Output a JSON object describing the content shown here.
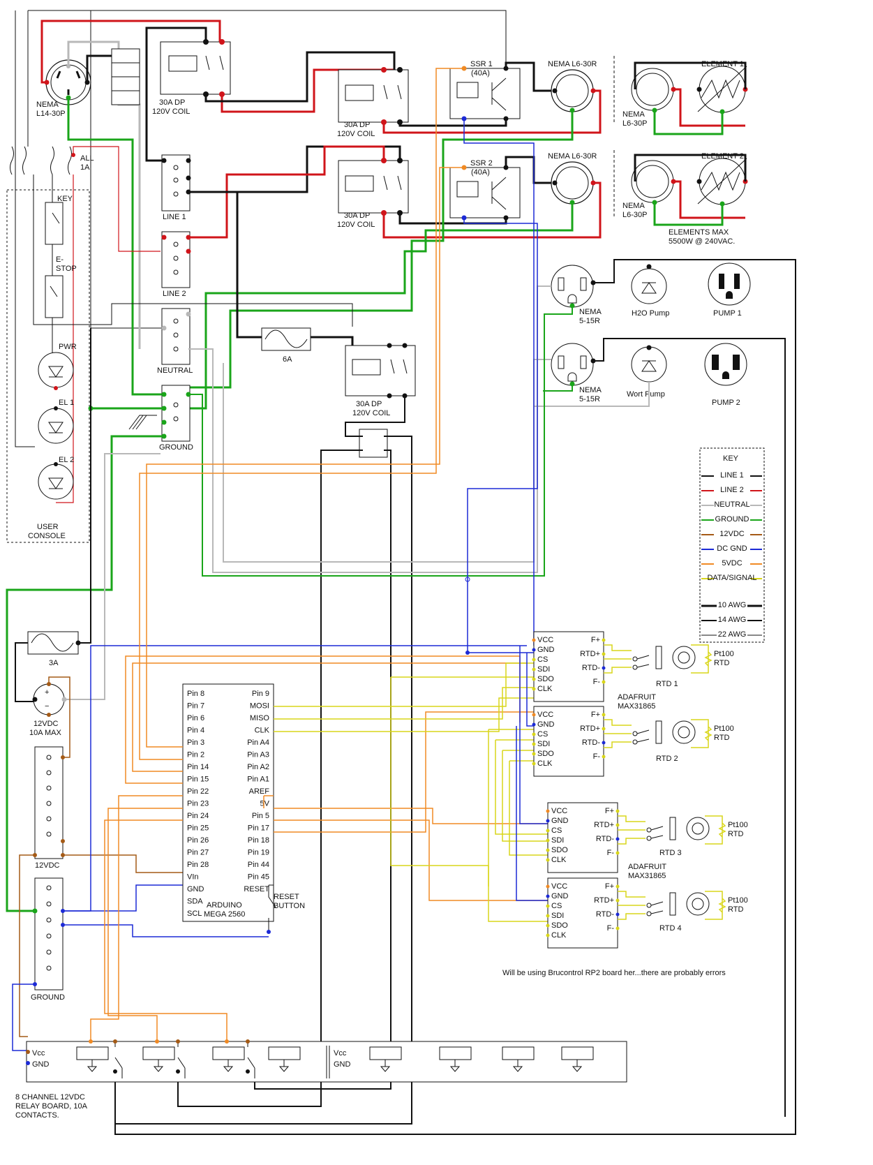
{
  "labels": {
    "nema_l14": "NEMA",
    "nema_l14_b": "L14-30P",
    "coil1_a": "30A DP",
    "coil1_b": "120V COIL",
    "coil2_a": "30A DP",
    "coil2_b": "120V COIL",
    "coil3_a": "30A DP",
    "coil3_b": "120V COIL",
    "coil4_a": "30A DP",
    "coil4_b": "120V COIL",
    "ssr1_a": "SSR 1",
    "ssr1_b": "(40A)",
    "ssr2_a": "SSR 2",
    "ssr2_b": "(40A)",
    "l630r_1": "NEMA L6-30R",
    "l630r_2": "NEMA L6-30R",
    "element1": "ELEMENT 1",
    "element2": "ELEMENT 2",
    "l630p_1a": "NEMA",
    "l630p_1b": "L6-30P",
    "l630p_2a": "NEMA",
    "l630p_2b": "L6-30P",
    "elements_max_a": "ELEMENTS MAX",
    "elements_max_b": "5500W @ 240VAC.",
    "all_1a_a": "ALL",
    "all_1a_b": "1A",
    "key": "KEY",
    "estop_a": "E-",
    "estop_b": "STOP",
    "line1": "LINE 1",
    "line2": "LINE 2",
    "neutral": "NEUTRAL",
    "ground": "GROUND",
    "fuse_6a": "6A",
    "fuse_3a": "3A",
    "pwr": "PWR",
    "el1": "EL 1",
    "el2": "EL 2",
    "user_console_a": "USER",
    "user_console_b": "CONSOLE",
    "nema515_1a": "NEMA",
    "nema515_1b": "5-15R",
    "nema515_2a": "NEMA",
    "nema515_2b": "5-15R",
    "h2o_pump": "H2O Pump",
    "wort_pump": "Wort Pump",
    "pump1": "PUMP 1",
    "pump2": "PUMP 2",
    "psu_a": "12VDC",
    "psu_b": "10A MAX",
    "bus_12v": "12VDC",
    "bus_ground": "GROUND",
    "arduino_a": "ARDUINO",
    "arduino_b": "MEGA 2560",
    "reset_a": "RESET",
    "reset_b": "BUTTON",
    "adafruit_1a": "ADAFRUIT",
    "adafruit_1b": "MAX31865",
    "adafruit_2a": "ADAFRUIT",
    "adafruit_2b": "MAX31865",
    "rtd1": "RTD 1",
    "rtd2": "RTD 2",
    "rtd3": "RTD 3",
    "rtd4": "RTD 4",
    "pt100": "Pt100",
    "rtd": "RTD",
    "relay_board_a": "8 CHANNEL 12VDC",
    "relay_board_b": "RELAY BOARD, 10A",
    "relay_board_c": "CONTACTS.",
    "vcc": "Vcc",
    "gnd": "GND",
    "note": "Will be using Brucontrol RP2  board her...there are probably errors"
  },
  "arduino_pins_left": [
    "Pin 8",
    "Pin 7",
    "Pin 6",
    "Pin 4",
    "Pin 3",
    "Pin 2",
    "Pin 14",
    "Pin 15",
    "Pin 22",
    "Pin 23",
    "Pin 24",
    "Pin 25",
    "Pin 26",
    "Pin 27",
    "Pin 28",
    "VIn",
    "GND",
    "SDA",
    "SCL"
  ],
  "arduino_pins_right": [
    "Pin 9",
    "MOSI",
    "MISO",
    "CLK",
    "Pin A4",
    "Pin A3",
    "Pin A2",
    "Pin A1",
    "AREF",
    "5V",
    "Pin 5",
    "Pin 17",
    "Pin 18",
    "Pin 19",
    "Pin 44",
    "Pin 45",
    "RESET"
  ],
  "max_pins_left": [
    "VCC",
    "GND",
    "CS",
    "SDI",
    "SDO",
    "CLK"
  ],
  "max_pins_right": [
    "F+",
    "RTD+",
    "RTD-",
    "F-"
  ],
  "legend": {
    "title": "KEY",
    "items": [
      {
        "label": "LINE 1",
        "color": "#111111"
      },
      {
        "label": "LINE 2",
        "color": "#d0141a"
      },
      {
        "label": "NEUTRAL",
        "color": "#b8b8b8"
      },
      {
        "label": "GROUND",
        "color": "#1aa51a"
      },
      {
        "label": "12VDC",
        "color": "#a45a16"
      },
      {
        "label": "DC GND",
        "color": "#1c2ad6"
      },
      {
        "label": "5VDC",
        "color": "#f08a24"
      },
      {
        "label": "DATA/SIGNAL",
        "color": "#d9d61a"
      }
    ],
    "gauges": [
      "10 AWG",
      "14 AWG",
      "22 AWG"
    ]
  }
}
